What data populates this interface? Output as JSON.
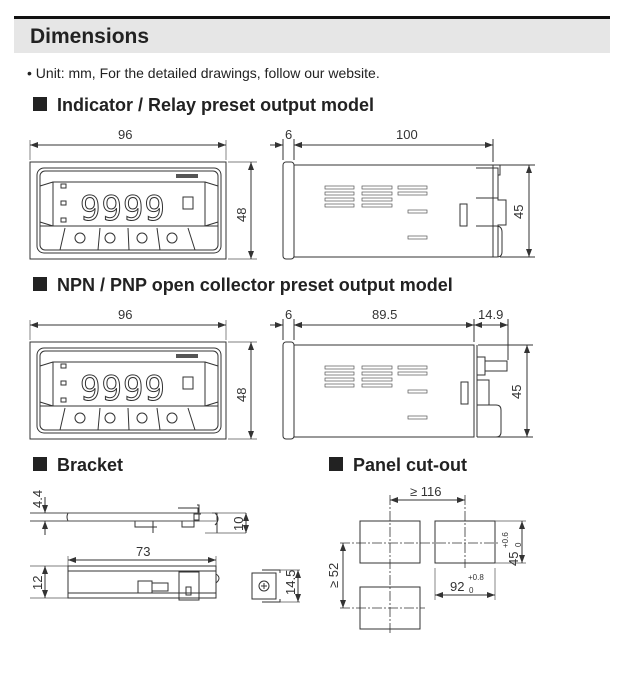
{
  "header": {
    "title": "Dimensions",
    "accent_color": "#111111",
    "band_color": "#e6e6e6"
  },
  "note": "• Unit: mm, For the detailed drawings, follow our  website.",
  "sections": [
    {
      "title": "Indicator / Relay preset output model",
      "front": {
        "width": "96",
        "height": "48",
        "display": "9999"
      },
      "side": {
        "bezel": "6",
        "depth": "100",
        "height": "45"
      }
    },
    {
      "title": "NPN / PNP open collector preset output model",
      "front": {
        "width": "96",
        "height": "48",
        "display": "9999"
      },
      "side": {
        "bezel": "6",
        "depth": "89.5",
        "extra": "14.9",
        "height": "45"
      }
    },
    {
      "title": "Bracket",
      "dims": {
        "thickness": "4.4",
        "height": "10",
        "length": "73",
        "width": "12",
        "end_height": "14.5"
      }
    },
    {
      "title": "Panel cut-out",
      "dims": {
        "h_pitch": "≥ 116",
        "v_pitch": "≥ 52",
        "cut_w": "92",
        "cut_w_tol_plus": "+0.8",
        "cut_w_tol_minus": "0",
        "cut_h": "45",
        "cut_h_tol_plus": "+0.6",
        "cut_h_tol_minus": "0"
      }
    }
  ]
}
